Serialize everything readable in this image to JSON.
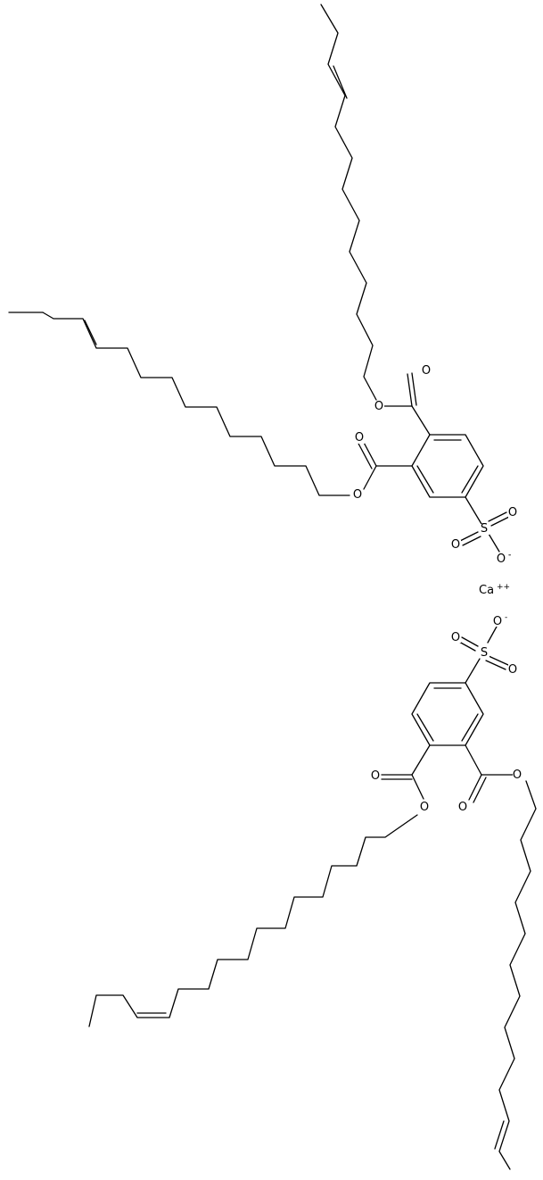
{
  "labels": {
    "O": "O",
    "S": "S",
    "O_minus": "O",
    "minus": "-",
    "Ca": "Ca",
    "Ca_charge": "++"
  }
}
